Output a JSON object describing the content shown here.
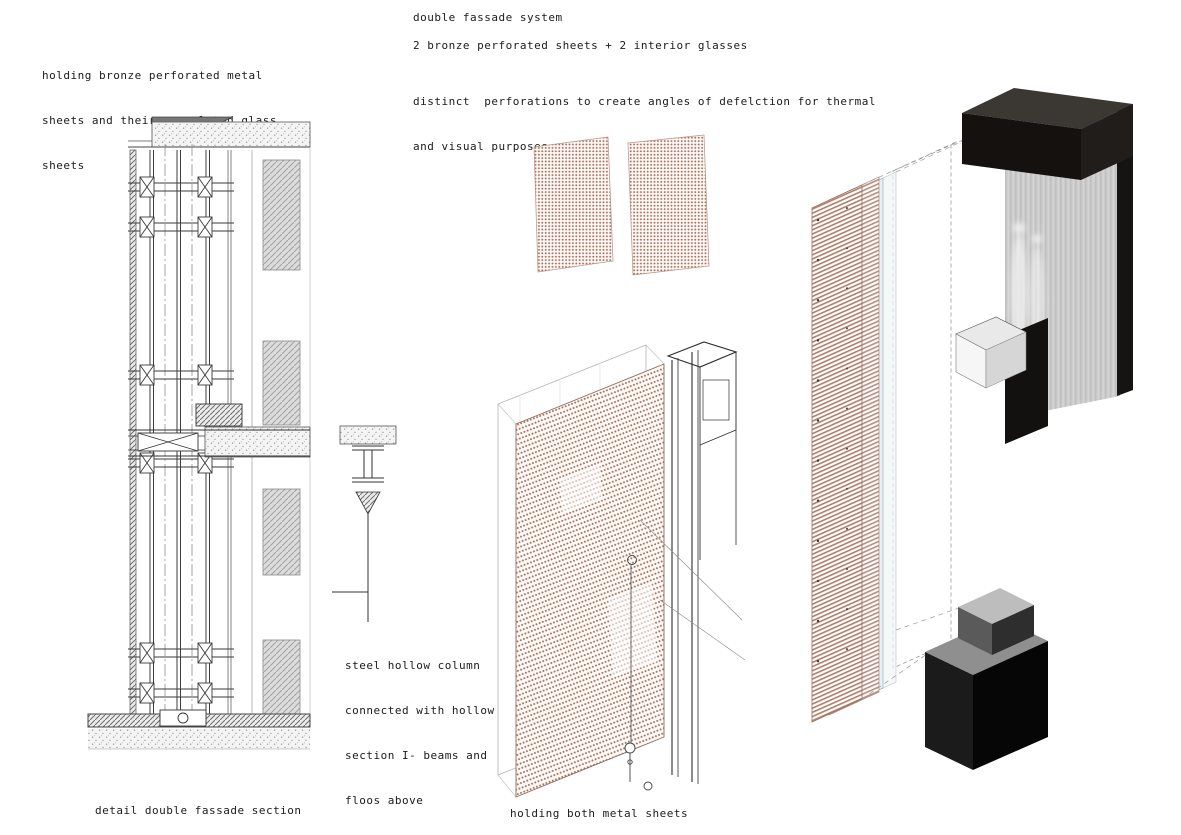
{
  "annotations": {
    "top_left": {
      "line1": "holding bronze perforated metal",
      "line2": "sheets and their correlated glass",
      "line3": "sheets"
    },
    "header": {
      "title": "double fassade system",
      "subtitle": "2 bronze perforated sheets + 2 interior glasses",
      "desc_line1": "distinct  perforations to create angles of defelction for thermal",
      "desc_line2": "and visual purposes"
    },
    "column_note": {
      "line1": "steel hollow column",
      "line2": "connected with hollow",
      "line3": "section I- beams and",
      "line4": "floos above"
    },
    "captions": {
      "section": "detail double fassade section",
      "axon": "holding both metal sheets"
    }
  },
  "figures": {
    "section_detail": "section-detail-drawing",
    "perforated_sheet_left": "bronze-perforated-sheet",
    "perforated_sheet_right": "bronze-perforated-sheet",
    "axon_panel": "axonometric-facade-panel",
    "exploded_layers": "exploded-facade-layers",
    "bracket_top": "steel-channel-bracket-top",
    "bracket_bottom": "steel-channel-bracket-bottom"
  },
  "colors": {
    "bronze": "#a8715c",
    "bronze_stripe": "#b07e68",
    "ink": "#1b1b1b",
    "wall_gray": "#dcdcdc",
    "glass_blue": "#e3edf1",
    "metal_dark": "#14110e"
  }
}
